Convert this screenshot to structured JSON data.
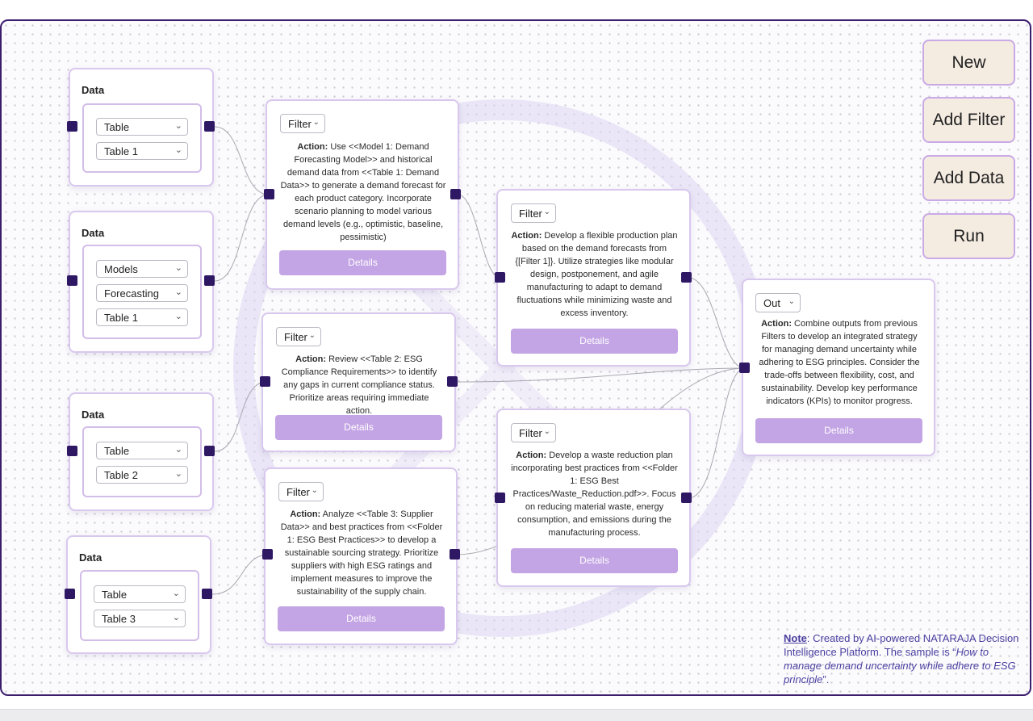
{
  "side_buttons": {
    "new": "New",
    "add_filter": "Add Filter",
    "add_data": "Add Data",
    "run": "Run"
  },
  "data_nodes": [
    {
      "title": "Data",
      "selects": [
        "Table",
        "Table 1"
      ]
    },
    {
      "title": "Data",
      "selects": [
        "Models",
        "Forecasting",
        "Table 1"
      ]
    },
    {
      "title": "Data",
      "selects": [
        "Table",
        "Table 2"
      ]
    },
    {
      "title": "Data",
      "selects": [
        "Table",
        "Table 3"
      ]
    }
  ],
  "filter_nodes": [
    {
      "type": "Filter",
      "action_label": "Action:",
      "action_text": " Use <<Model 1: Demand Forecasting Model>> and historical demand data from <<Table 1: Demand Data>> to generate a demand forecast for each product category. Incorporate scenario planning to model various demand levels (e.g., optimistic, baseline, pessimistic)",
      "details": "Details"
    },
    {
      "type": "Filter",
      "action_label": "Action:",
      "action_text": " Review <<Table 2: ESG Compliance Requirements>> to identify any gaps in current compliance status. Prioritize areas requiring immediate action.",
      "details": "Details"
    },
    {
      "type": "Filter",
      "action_label": "Action:",
      "action_text": " Analyze <<Table 3: Supplier Data>> and best practices from <<Folder 1: ESG Best Practices>> to develop a sustainable sourcing strategy. Prioritize suppliers with high ESG ratings and implement measures to improve the sustainability of the supply chain.",
      "details": "Details"
    },
    {
      "type": "Filter",
      "action_label": "Action:",
      "action_text": " Develop a flexible production plan based on the demand forecasts from {[Filter 1]}. Utilize strategies like modular design, postponement, and agile manufacturing to adapt to demand fluctuations while minimizing waste and excess inventory.",
      "details": "Details"
    },
    {
      "type": "Filter",
      "action_label": "Action:",
      "action_text": " Develop a waste reduction plan incorporating best practices from <<Folder 1: ESG Best Practices/Waste_Reduction.pdf>>. Focus on reducing material waste, energy consumption, and emissions during the manufacturing process.",
      "details": "Details"
    }
  ],
  "out_node": {
    "type": "Out",
    "action_label": "Action:",
    "action_text": " Combine outputs from previous Filters to develop an integrated strategy for managing demand uncertainty while adhering to ESG principles. Consider the trade-offs between flexibility, cost, and sustainability. Develop key performance indicators (KPIs) to monitor progress.",
    "details": "Details"
  },
  "note": {
    "label": "Note",
    "text_1": ": Created by AI-powered NATARAJA Decision Intelligence Platform. The sample is “",
    "italic": "How to manage demand uncertainty while adhere to ESG principle",
    "text_2": "”."
  },
  "colors": {
    "accent": "#c3a4e4",
    "port": "#2e1763",
    "border": "#3b1d6e",
    "button_bg": "#f4ebe1"
  },
  "icons": {
    "select_caret": "chevron-down-icon"
  }
}
